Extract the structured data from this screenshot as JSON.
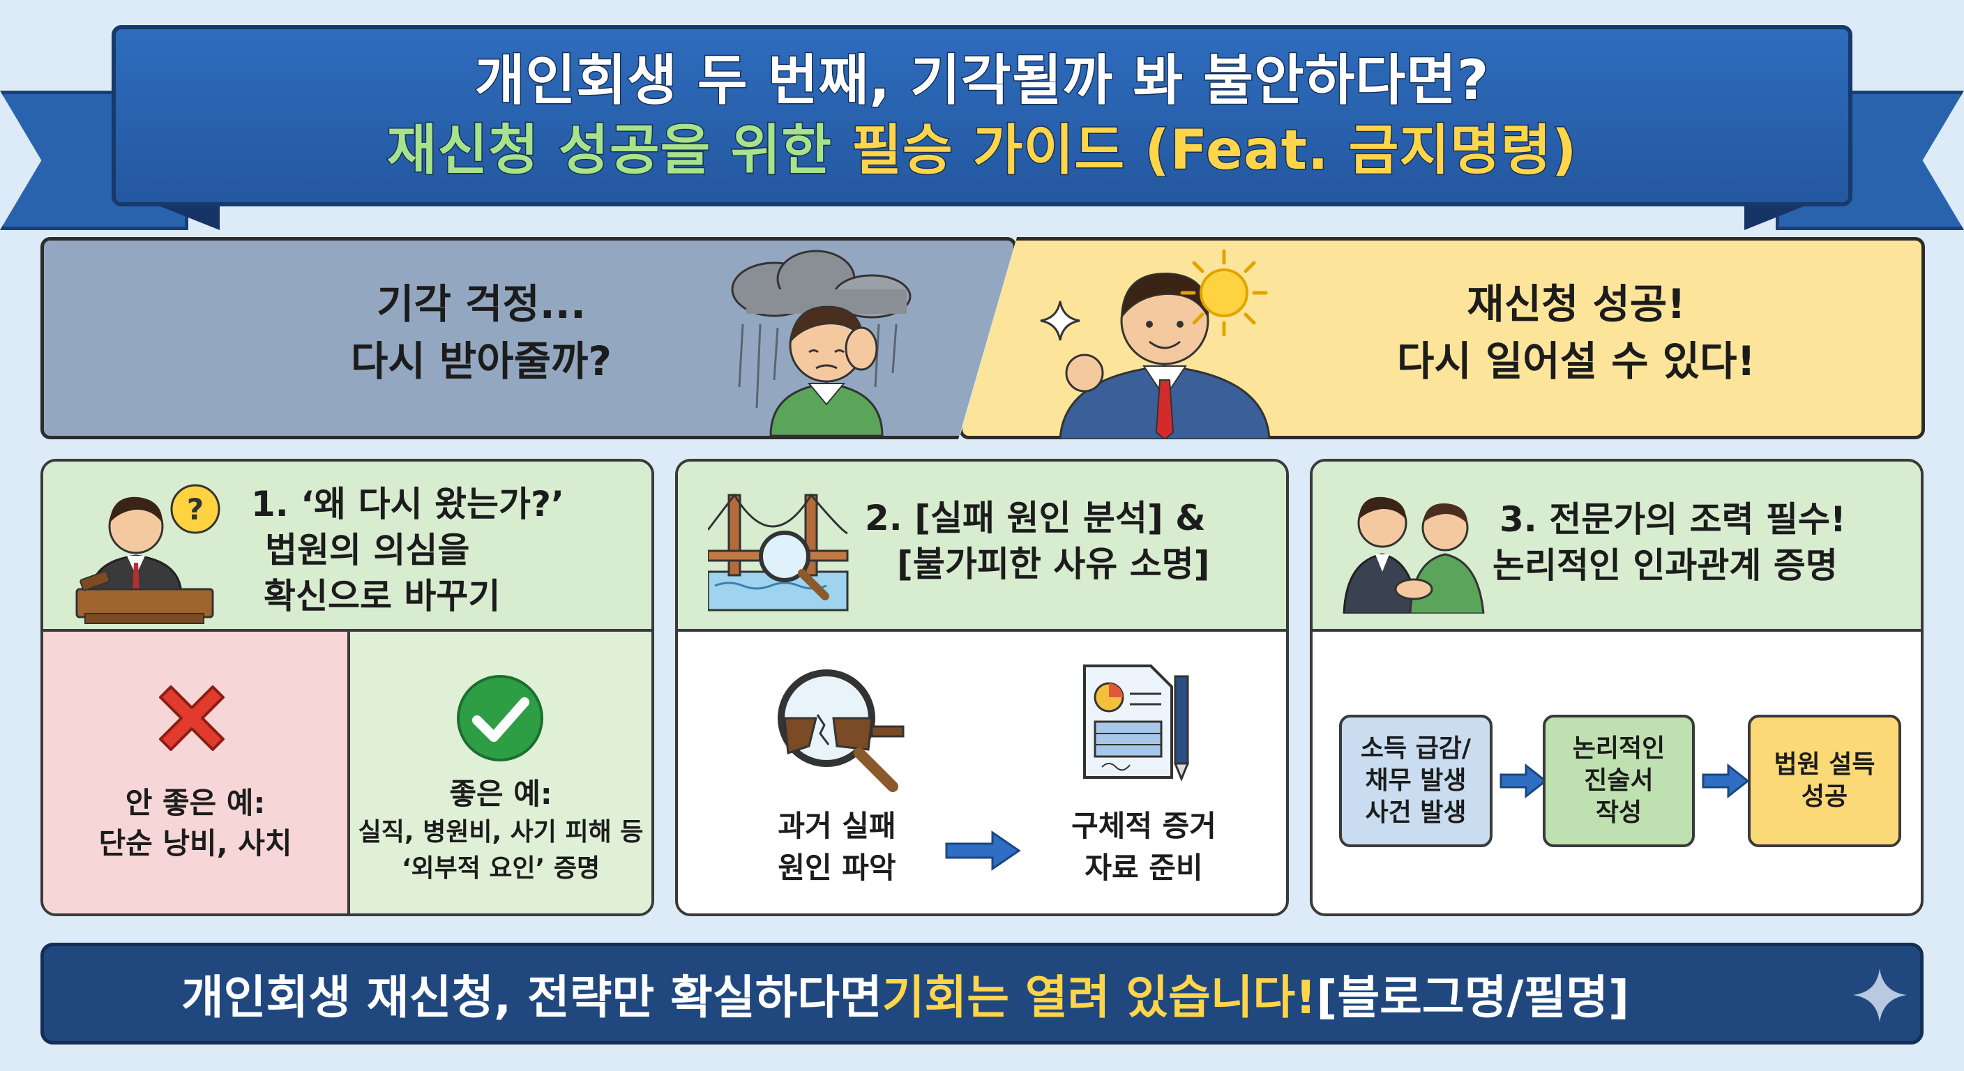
{
  "colors": {
    "banner_blue": "#2e6cbd",
    "banner_highlight_green": "#a7e38a",
    "banner_highlight_yellow": "#ffd54a",
    "hero_left_bg": "#93a8c0",
    "hero_right_bg": "#fce59a",
    "card_head_bg": "#d8ecd0",
    "bad_bg": "#f6d6d6",
    "good_bg": "#dff0d6",
    "flow_blue": "#c9dcf0",
    "flow_green": "#bfe0b0",
    "flow_yellow": "#fcd977",
    "arrow_blue": "#2f6ec2",
    "footer_bg": "#20487f"
  },
  "banner": {
    "line1": "개인회생 두 번째, 기각될까 봐 불안하다면?",
    "line2_part1": "재신청 성공을 위한 ",
    "line2_part2": "필승 가이드 (Feat. 금지명령)"
  },
  "hero": {
    "left": {
      "line1": "기각 걱정...",
      "line2": "다시 받아줄까?",
      "icons": [
        "rain-cloud-icon",
        "worried-man-icon"
      ]
    },
    "right": {
      "line1": "재신청 성공!",
      "line2": "다시 일어설 수 있다!",
      "icons": [
        "sun-icon",
        "sparkle-icon",
        "confident-man-icon"
      ]
    }
  },
  "sections": [
    {
      "title_lines": [
        "1. ‘왜 다시 왔는가?’",
        "법원의 의심을",
        "확신으로 바꾸기"
      ],
      "icon": "judge-question-icon",
      "bad": {
        "icon": "red-x-icon",
        "label": "안 좋은 예:",
        "text": "단순 낭비, 사치"
      },
      "good": {
        "icon": "green-check-icon",
        "label": "좋은 예:",
        "text1": "실직, 병원비, 사기 피해 등",
        "text2": "‘외부적 요인’ 증명"
      }
    },
    {
      "title_lines": [
        "2. [실패 원인 분석] &",
        "[불가피한 사유 소명]"
      ],
      "icon": "bridge-magnifier-icon",
      "step1": {
        "icon": "magnifier-broken-bridge-icon",
        "line1": "과거 실패",
        "line2": "원인 파악"
      },
      "step2": {
        "icon": "document-pen-icon",
        "line1": "구체적 증거",
        "line2": "자료 준비"
      }
    },
    {
      "title_lines": [
        "3. 전문가의 조력 필수!",
        "논리적인 인과관계 증명"
      ],
      "icon": "handshake-icon",
      "flow": [
        {
          "lines": [
            "소득 급감/",
            "채무 발생",
            "사건 발생"
          ]
        },
        {
          "lines": [
            "논리적인",
            "진술서",
            "작성"
          ]
        },
        {
          "lines": [
            "법원 설득",
            "성공"
          ]
        }
      ]
    }
  ],
  "footer": {
    "part1": "개인회생 재신청, 전략만 확실하다면 ",
    "part2": "기회는 열려 있습니다!",
    "part3": " [블로그명/필명]",
    "icon": "sparkle-star-icon"
  }
}
